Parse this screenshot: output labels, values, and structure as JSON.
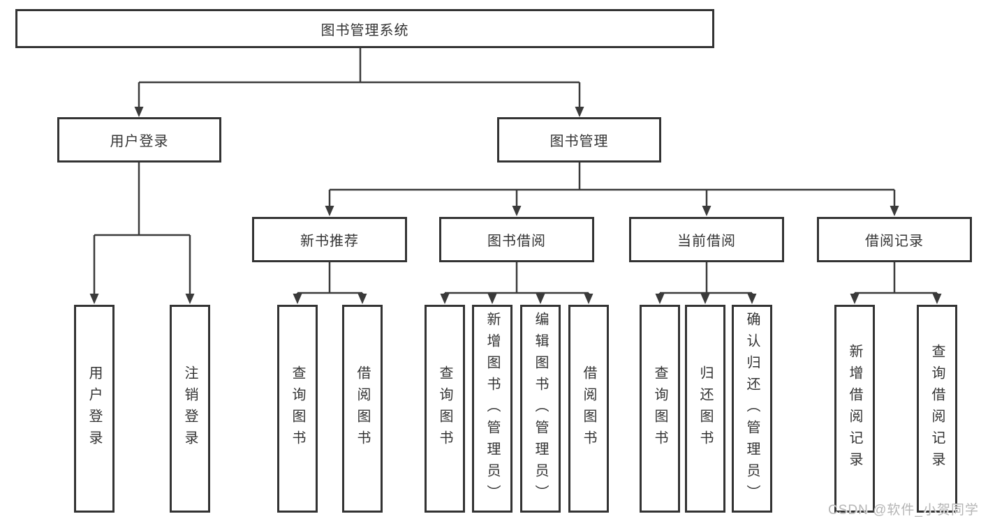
{
  "diagram": {
    "root": "图书管理系统",
    "level2": {
      "user_login": "用户登录",
      "book_management": "图书管理"
    },
    "level3": {
      "new_book_recommendation": "新书推荐",
      "book_borrowing": "图书借阅",
      "current_borrowing": "当前借阅",
      "borrowing_records": "借阅记录"
    },
    "leaves": {
      "user_login": "用户登录",
      "logout": "注销登录",
      "nb_query_books": "查询图书",
      "nb_borrow_books": "借阅图书",
      "bb_query_books": "查询图书",
      "bb_add_books_admin": "新增图书（管理员）",
      "bb_edit_books_admin": "编辑图书（管理员）",
      "bb_borrow_books": "借阅图书",
      "cb_query_books": "查询图书",
      "cb_return_books": "归还图书",
      "cb_confirm_return_admin": "确认归还（管理员）",
      "br_add_record": "新增借阅记录",
      "br_query_record": "查询借阅记录"
    }
  },
  "watermark": "CSDN @软件_小贺同学",
  "colors": {
    "line": "#3a3a3a",
    "box_border": "#333333",
    "text": "#333333",
    "watermark": "#b5b5b5",
    "background": "#ffffff"
  }
}
